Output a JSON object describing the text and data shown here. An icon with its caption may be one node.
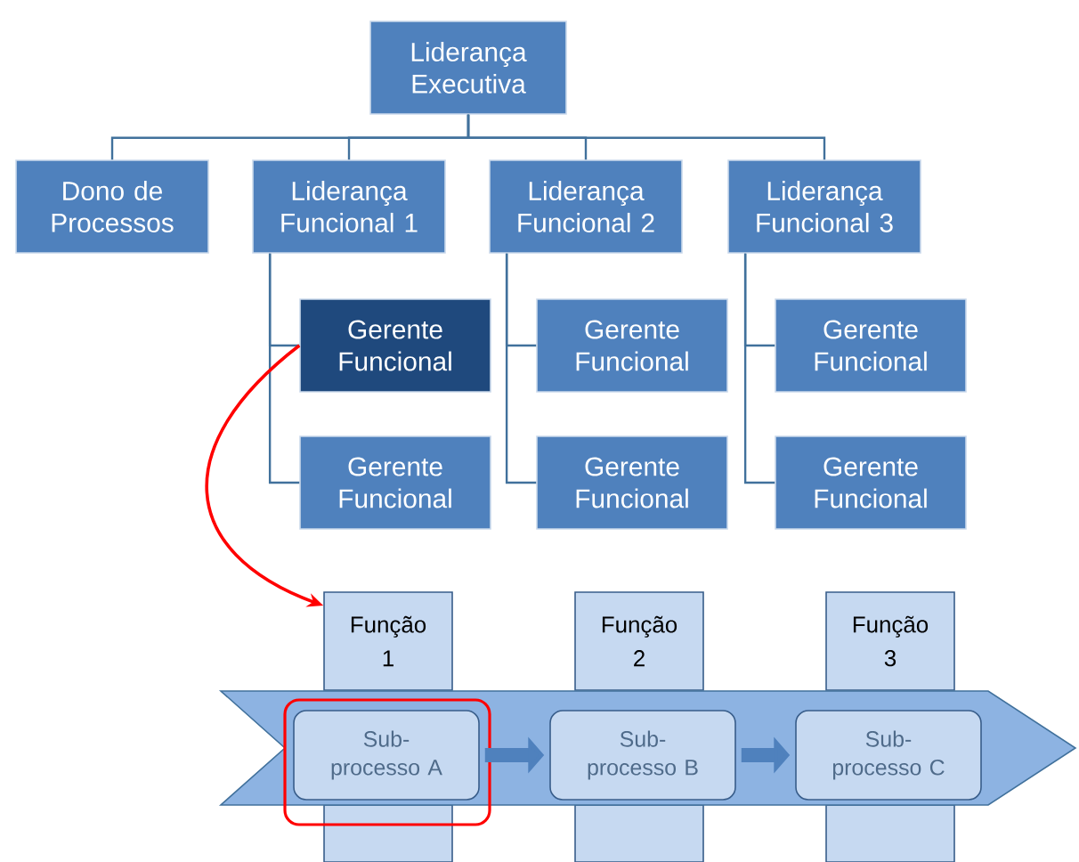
{
  "diagram": {
    "nodes": [
      {
        "text": [
          "Liderança Executiva"
        ]
      },
      {
        "text": [
          "Dono de Processos"
        ]
      },
      {
        "text": [
          "Liderança Funcional 1"
        ]
      },
      {
        "text": [
          "Liderança Funcional 2"
        ]
      },
      {
        "text": [
          "Liderança Funcional 3"
        ]
      },
      {
        "text": [
          "Gerente Funcional"
        ]
      },
      {
        "text": [
          "Gerente Funcional"
        ]
      },
      {
        "text": [
          "Gerente Funcional"
        ]
      },
      {
        "text": [
          "Gerente Funcional"
        ]
      },
      {
        "text": [
          "Gerente Funcional"
        ]
      },
      {
        "text": [
          "Gerente Funcional"
        ]
      },
      {
        "text": [
          "Função 1"
        ]
      },
      {
        "text": [
          "Função 2"
        ]
      },
      {
        "text": [
          "Função 3"
        ]
      },
      {
        "text": [],
        "shape": "arrow"
      },
      {
        "text": [
          "Sub- processo A"
        ],
        "in": 14
      },
      {
        "text": [
          "Sub- processo B"
        ],
        "in": 14
      },
      {
        "text": [
          "Sub- processo C"
        ],
        "in": 14
      }
    ],
    "edges": [
      {
        "from": 0,
        "to": 1,
        "arrow": "none"
      },
      {
        "from": 0,
        "to": 2,
        "arrow": "none"
      },
      {
        "from": 0,
        "to": 3,
        "arrow": "none"
      },
      {
        "from": 0,
        "to": 4,
        "arrow": "none"
      },
      {
        "from": 2,
        "to": 5,
        "arrow": "none"
      },
      {
        "from": 2,
        "to": 6,
        "arrow": "none"
      },
      {
        "from": 3,
        "to": 7,
        "arrow": "none"
      },
      {
        "from": 3,
        "to": 8,
        "arrow": "none"
      },
      {
        "from": 4,
        "to": 9,
        "arrow": "none"
      },
      {
        "from": 4,
        "to": 10,
        "arrow": "none"
      },
      {
        "from": 5,
        "to": 11,
        "arrow": "to",
        "color": "#ff0000"
      },
      {
        "from": 15,
        "to": 16,
        "arrow": "to",
        "style": "thick"
      },
      {
        "from": 16,
        "to": 17,
        "arrow": "to",
        "style": "thick"
      }
    ]
  }
}
